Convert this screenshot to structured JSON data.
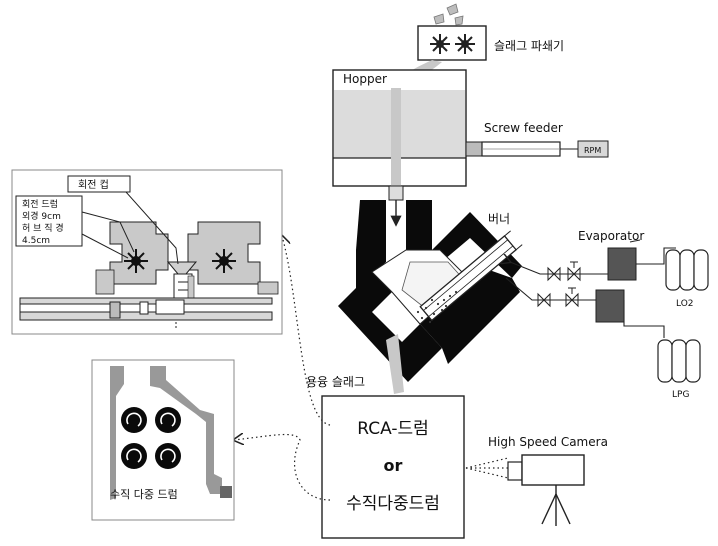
{
  "labels": {
    "slag_crusher": "슬래그 파쇄기",
    "hopper": "Hopper",
    "screw_feeder": "Screw feeder",
    "rpm": "RPM",
    "burner": "버너",
    "evaporator": "Evaporator",
    "lo2": "LO2",
    "lpg": "LPG",
    "molten_slag": "용융 슬래그",
    "rca_drum": "RCA-드럼",
    "or": "or",
    "vertical_drum": "수직다중드럼",
    "high_speed_camera": "High Speed Camera",
    "rotating_cup": "회전 컵",
    "drum_info": [
      "회전 드럼",
      "외경 9cm",
      "허 브 직 경",
      "4.5cm"
    ],
    "vertical_multi_drum": "수직 다중 드럼"
  }
}
